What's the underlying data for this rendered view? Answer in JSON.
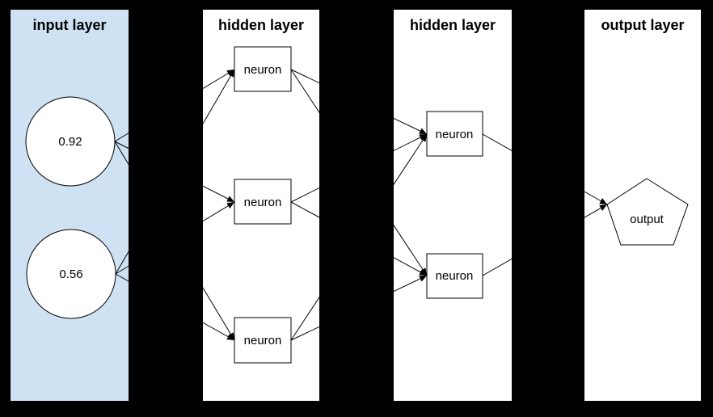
{
  "diagram": {
    "background_color": "#000000",
    "line_color": "#000000",
    "layers": [
      {
        "title": "input layer",
        "panel_color": "#cfe2f3",
        "nodes": [
          {
            "shape": "circle",
            "label": "0.92"
          },
          {
            "shape": "circle",
            "label": "0.56"
          }
        ]
      },
      {
        "title": "hidden layer",
        "panel_color": "#ffffff",
        "nodes": [
          {
            "shape": "rectangle",
            "label": "neuron"
          },
          {
            "shape": "rectangle",
            "label": "neuron"
          },
          {
            "shape": "rectangle",
            "label": "neuron"
          }
        ]
      },
      {
        "title": "hidden layer",
        "panel_color": "#ffffff",
        "nodes": [
          {
            "shape": "rectangle",
            "label": "neuron"
          },
          {
            "shape": "rectangle",
            "label": "neuron"
          }
        ]
      },
      {
        "title": "output layer",
        "panel_color": "#ffffff",
        "nodes": [
          {
            "shape": "pentagon",
            "label": "output"
          }
        ]
      }
    ],
    "connections": [
      {
        "from": "input-node-1",
        "to": "hidden1-neuron-1"
      },
      {
        "from": "input-node-1",
        "to": "hidden1-neuron-2"
      },
      {
        "from": "input-node-1",
        "to": "hidden1-neuron-3"
      },
      {
        "from": "input-node-2",
        "to": "hidden1-neuron-1"
      },
      {
        "from": "input-node-2",
        "to": "hidden1-neuron-2"
      },
      {
        "from": "input-node-2",
        "to": "hidden1-neuron-3"
      },
      {
        "from": "hidden1-neuron-1",
        "to": "hidden2-neuron-1"
      },
      {
        "from": "hidden1-neuron-1",
        "to": "hidden2-neuron-2"
      },
      {
        "from": "hidden1-neuron-2",
        "to": "hidden2-neuron-1"
      },
      {
        "from": "hidden1-neuron-2",
        "to": "hidden2-neuron-2"
      },
      {
        "from": "hidden1-neuron-3",
        "to": "hidden2-neuron-1"
      },
      {
        "from": "hidden1-neuron-3",
        "to": "hidden2-neuron-2"
      },
      {
        "from": "hidden2-neuron-1",
        "to": "output-node"
      },
      {
        "from": "hidden2-neuron-2",
        "to": "output-node"
      }
    ]
  }
}
